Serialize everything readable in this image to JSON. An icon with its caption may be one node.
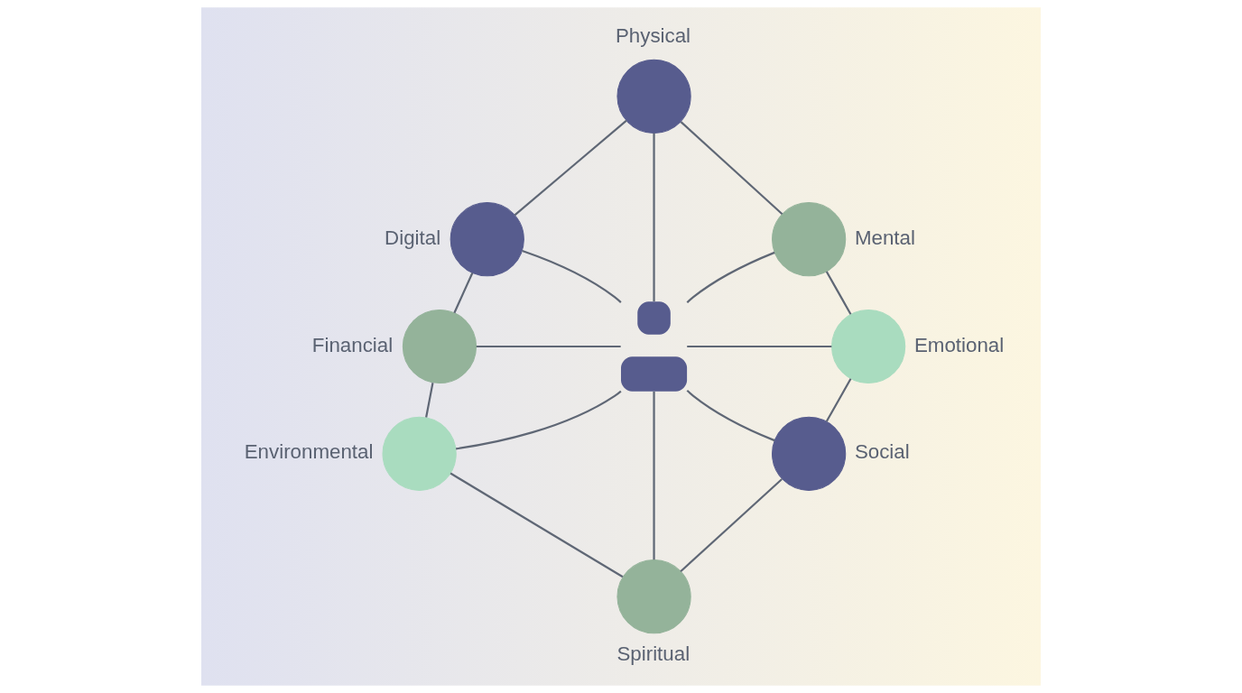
{
  "diagram": {
    "nodes": [
      {
        "text": [
          "Physical"
        ]
      },
      {
        "text": [
          "Digital"
        ]
      },
      {
        "text": [
          "Mental"
        ]
      },
      {
        "text": [
          "Financial"
        ]
      },
      {
        "text": [],
        "shape": "person"
      },
      {
        "text": [
          "Emotional"
        ]
      },
      {
        "text": [
          "Environmental"
        ]
      },
      {
        "text": [
          "Social"
        ]
      },
      {
        "text": [
          "Spiritual"
        ]
      }
    ],
    "edges": [
      {
        "from": 4,
        "to": 0,
        "arrow": "none"
      },
      {
        "from": 4,
        "to": 2,
        "arrow": "none"
      },
      {
        "from": 4,
        "to": 5,
        "arrow": "none"
      },
      {
        "from": 4,
        "to": 7,
        "arrow": "none"
      },
      {
        "from": 4,
        "to": 8,
        "arrow": "none"
      },
      {
        "from": 4,
        "to": 6,
        "arrow": "none"
      },
      {
        "from": 4,
        "to": 3,
        "arrow": "none"
      },
      {
        "from": 4,
        "to": 1,
        "arrow": "none"
      },
      {
        "from": 0,
        "to": 2,
        "arrow": "none"
      },
      {
        "from": 2,
        "to": 5,
        "arrow": "none"
      },
      {
        "from": 5,
        "to": 7,
        "arrow": "none"
      },
      {
        "from": 7,
        "to": 8,
        "arrow": "none"
      },
      {
        "from": 8,
        "to": 6,
        "arrow": "none"
      },
      {
        "from": 6,
        "to": 3,
        "arrow": "none"
      },
      {
        "from": 3,
        "to": 1,
        "arrow": "none"
      },
      {
        "from": 1,
        "to": 0,
        "arrow": "none"
      }
    ]
  }
}
